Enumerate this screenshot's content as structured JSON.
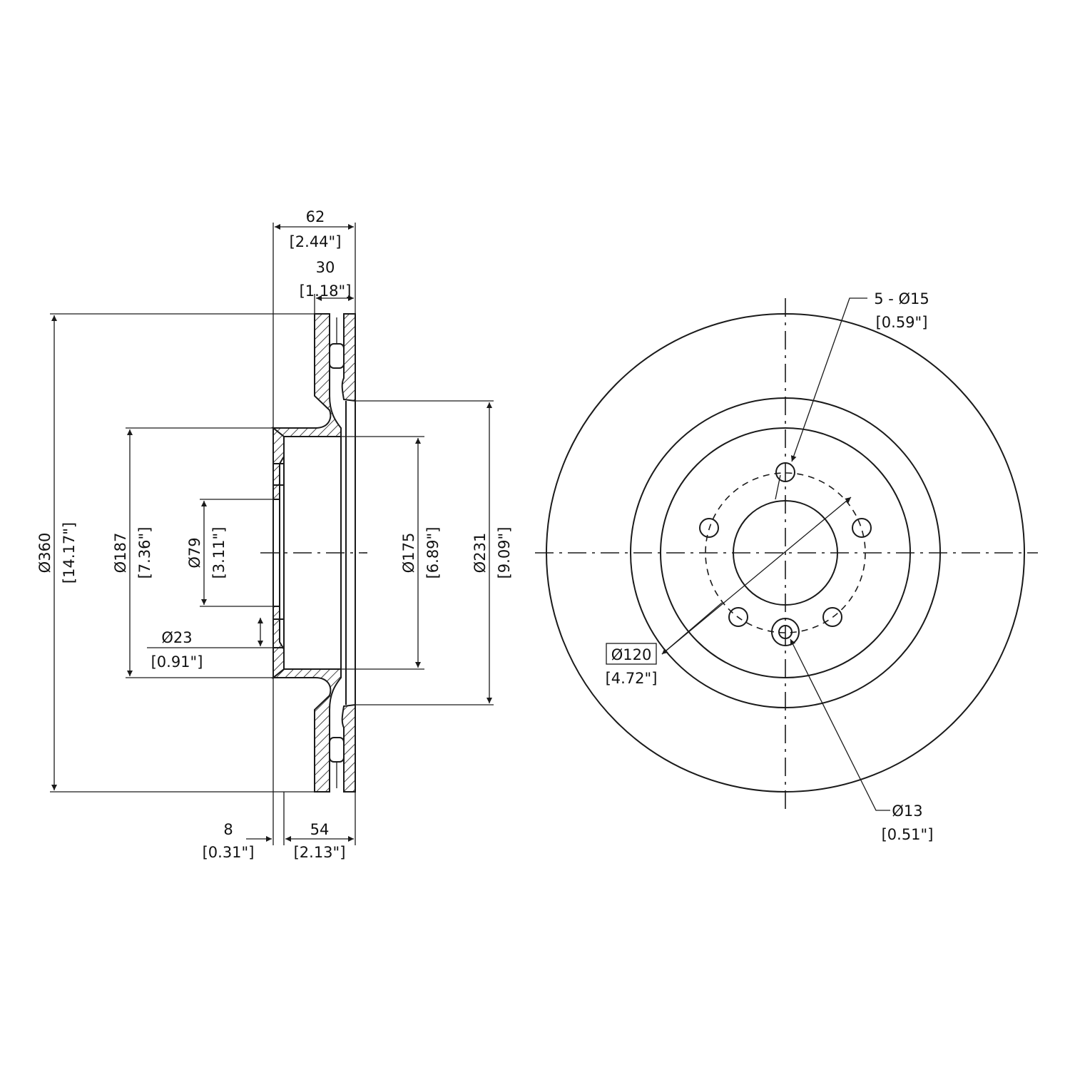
{
  "colors": {
    "ink": "#1a1a1a",
    "background": "#ffffff"
  },
  "side_view": {
    "overall_width_mm": "62",
    "overall_width_in": "[2.44\"]",
    "disc_thickness_mm": "30",
    "disc_thickness_in": "[1.18\"]",
    "outer_diameter_mm": "Ø360",
    "outer_diameter_in": "[14.17\"]",
    "hat_diameter_mm": "Ø187",
    "hat_diameter_in": "[7.36\"]",
    "center_bore_mm": "Ø79",
    "center_bore_in": "[3.11\"]",
    "hole_diameter_mm": "Ø23",
    "hole_diameter_in": "[0.91\"]",
    "inner_hat_diameter_mm": "Ø175",
    "inner_hat_diameter_in": "[6.89\"]",
    "inner_friction_diameter_mm": "Ø231",
    "inner_friction_diameter_in": "[9.09\"]",
    "hat_thickness_mm": "8",
    "hat_thickness_in": "[0.31\"]",
    "offset_mm": "54",
    "offset_in": "[2.13\"]"
  },
  "front_view": {
    "bolt_holes_mm": "5 - Ø15",
    "bolt_holes_in": "[0.59\"]",
    "bolt_circle_mm": "Ø120",
    "bolt_circle_in": "[4.72\"]",
    "small_hole_mm": "Ø13",
    "small_hole_in": "[0.51\"]"
  }
}
